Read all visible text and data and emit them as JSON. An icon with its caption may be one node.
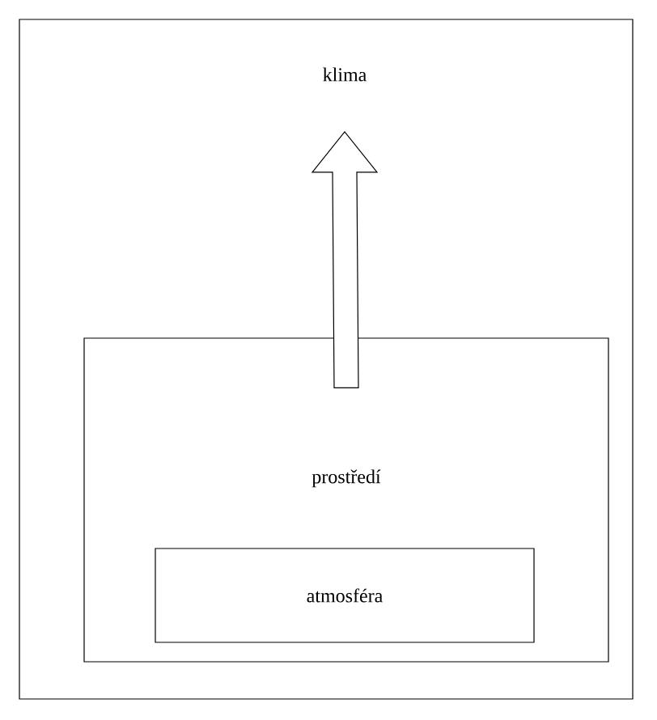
{
  "diagram": {
    "nodes": [
      {
        "text": [
          "klima"
        ]
      },
      {
        "text": [
          "prostředí"
        ]
      },
      {
        "text": [
          "atmosféra"
        ],
        "in": 1
      }
    ],
    "edges": [
      {
        "from": 1,
        "to": 0,
        "arrow": "to"
      }
    ]
  }
}
